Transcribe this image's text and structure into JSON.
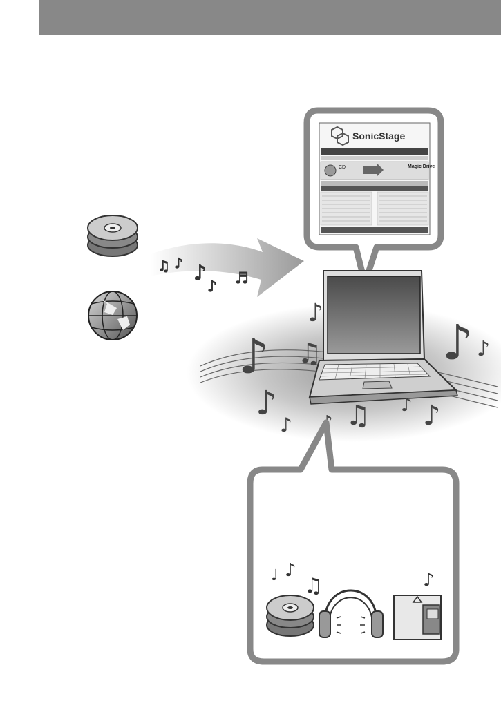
{
  "app": {
    "logo_text": "SonicStage",
    "drive_label": "Magic Drive",
    "cd_label": "CD"
  }
}
